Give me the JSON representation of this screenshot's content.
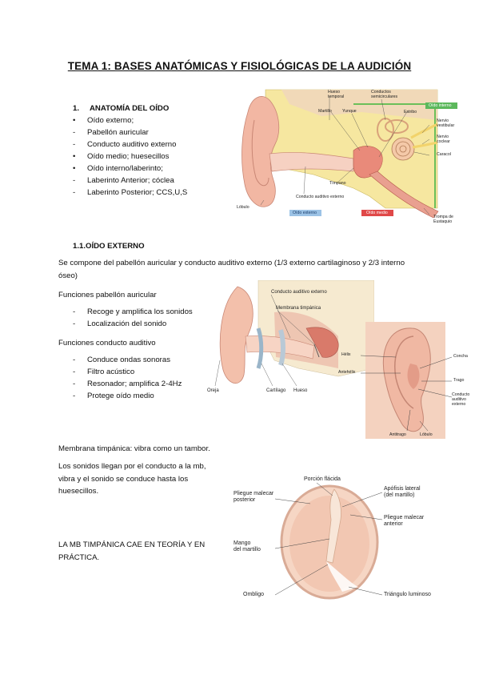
{
  "title": "TEMA 1: BASES ANATÓMICAS Y FISIOLÓGICAS DE LA AUDICIÓN",
  "section1": {
    "number": "1.",
    "heading": "ANATOMÍA DEL OÍDO",
    "items": [
      {
        "marker": "•",
        "text": "Oído externo;"
      },
      {
        "marker": "-",
        "text": "Pabellón auricular"
      },
      {
        "marker": "-",
        "text": "Conducto auditivo externo"
      },
      {
        "marker": "•",
        "text": "Oído medio; huesecillos"
      },
      {
        "marker": "•",
        "text": "Oído interno/laberinto;"
      },
      {
        "marker": "-",
        "text": "Laberinto Anterior; cóclea"
      },
      {
        "marker": "-",
        "text": "Laberinto Posterior; CCS,U,S"
      }
    ]
  },
  "fig1": {
    "labels": {
      "hueso_temporal": "Hueso\ntemporal",
      "conductos": "Conductos\nsemicirculares",
      "martillo": "Martillo",
      "yunque": "Yunque",
      "estribo": "Estribo",
      "oido_interno": "Oído interno",
      "nervio_vestibular": "Nervio\nvestibular",
      "nervio_coclear": "Nervio\ncoclear",
      "caracol": "Caracol",
      "timpano": "Tímpano",
      "conducto_auditivo": "Conducto auditivo externo",
      "lobulo": "Lóbulo",
      "oido_externo": "Oído externo",
      "oido_medio": "Oído medio",
      "trompa": "Trompa de\nEustaquio"
    },
    "colors": {
      "oido_externo": "#9cc3e6",
      "oido_medio": "#e04848",
      "oido_interno": "#5cb85c"
    }
  },
  "section11": {
    "heading": "1.1.OÍDO EXTERNO",
    "intro": "Se compone del pabellón auricular y conducto auditivo externo (1/3 externo cartilaginoso y 2/3 interno óseo)",
    "pab_heading": "Funciones pabellón auricular",
    "pab_items": [
      "Recoge y amplifica los sonidos",
      "Localización del sonido"
    ],
    "cond_heading": "Funciones conducto auditivo",
    "cond_items": [
      "Conduce ondas sonoras",
      "Filtro acústico",
      "Resonador; amplifica 2-4Hz",
      "Protege oído medio"
    ],
    "dash": "-"
  },
  "fig2": {
    "conducto": "Conducto auditivo externo",
    "membrana": "Membrana timpánica",
    "oreja": "Oreja",
    "cartilago": "Cartílago",
    "hueso": "Hueso"
  },
  "fig3": {
    "helix": "Hélix",
    "antehelix": "Antehélix",
    "concha": "Concha",
    "trago": "Trago",
    "conducto": "Conducto\nauditivo\nexterno",
    "antitrago": "Antitrago",
    "lobulo": "Lóbulo"
  },
  "membrana": {
    "p1": "Membrana timpánica: vibra como un tambor.",
    "p2": "Los sonidos llegan por el conducto a la mb, vibra y el sonido se conduce hasta los huesecillos.",
    "p3": "LA MB TIMPÁNICA CAE EN TEORÍA Y EN PRÁCTICA."
  },
  "fig4": {
    "porcion": "Porción flácida",
    "pliegue_post": "Pliegue malecar\nposterior",
    "apofisis": "Apófisis lateral\n(del martillo)",
    "pliegue_ant": "Pliegue malecar\nanterior",
    "mango": "Mango\ndel martillo",
    "ombligo": "Ombligo",
    "triangulo": "Triángulo luminoso"
  }
}
